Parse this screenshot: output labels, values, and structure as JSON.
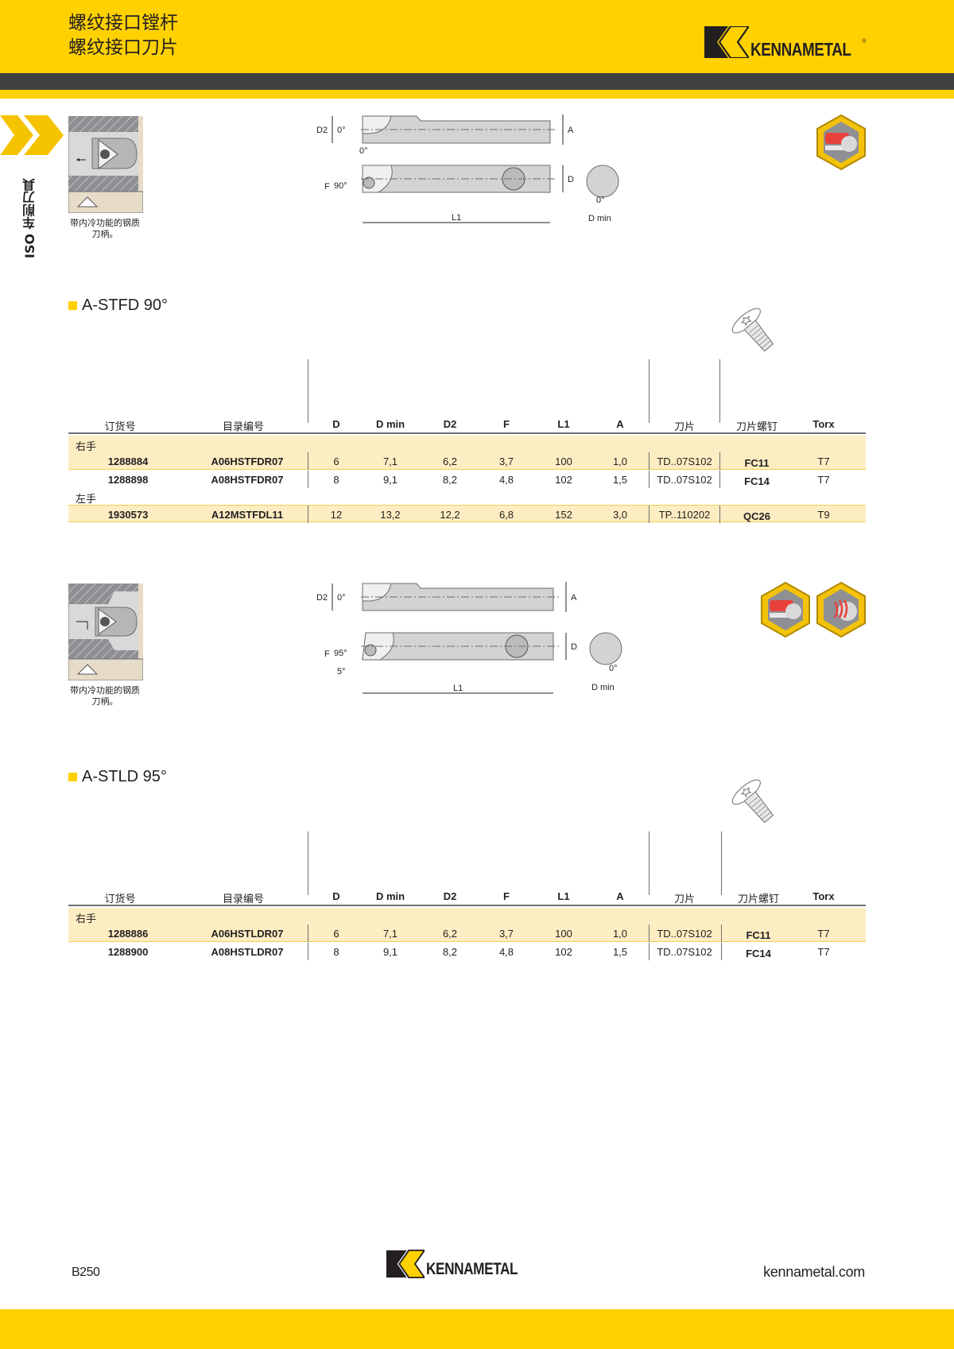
{
  "header": {
    "title_line1": "螺纹接口镗杆",
    "title_line2": "螺纹接口刀片",
    "brand": "KENNAMETAL",
    "brand_mark": "®"
  },
  "colors": {
    "brand_yellow": "#ffd100",
    "header_bar": "#3f3f3f",
    "row_highlight": "#fdedc2",
    "row_line": "#f2cf4f",
    "text": "#231f20"
  },
  "side_tab": {
    "label": "ISO 车削刀具",
    "icon": "chevron-right-icon"
  },
  "sections": [
    {
      "id": "stfd",
      "title": "A-STFD 90°",
      "thumb_caption_line1": "带内冷功能的钢质",
      "thumb_caption_line2": "刀柄。",
      "drawing_labels": {
        "D2": "D2",
        "A": "A",
        "D": "D",
        "F": "F",
        "L1": "L1",
        "D_min": "D min",
        "angle_top": "0°",
        "angle_approach": "90°",
        "angle_rake": "0°",
        "angle_end": "0°"
      },
      "application_icons": [
        "boring-application-icon"
      ],
      "columns": [
        "订货号",
        "目录编号",
        "D",
        "D min",
        "D2",
        "F",
        "L1",
        "A",
        "刀片",
        "刀片螺钉",
        "Torx"
      ],
      "groups": [
        {
          "label": "右手",
          "rows": [
            {
              "order_no": "1288884",
              "catalog_no": "A06HSTFDR07",
              "D": "6",
              "D_min": "7,1",
              "D2": "6,2",
              "F": "3,7",
              "L1": "100",
              "A": "1,0",
              "insert": "TD..07S102",
              "screw": "FC11",
              "torx": "T7"
            },
            {
              "order_no": "1288898",
              "catalog_no": "A08HSTFDR07",
              "D": "8",
              "D_min": "9,1",
              "D2": "8,2",
              "F": "4,8",
              "L1": "102",
              "A": "1,5",
              "insert": "TD..07S102",
              "screw": "FC14",
              "torx": "T7"
            }
          ]
        },
        {
          "label": "左手",
          "rows": [
            {
              "order_no": "1930573",
              "catalog_no": "A12MSTFDL11",
              "D": "12",
              "D_min": "13,2",
              "D2": "12,2",
              "F": "6,8",
              "L1": "152",
              "A": "3,0",
              "insert": "TP..110202",
              "screw": "QC26",
              "torx": "T9"
            }
          ]
        }
      ]
    },
    {
      "id": "stld",
      "title": "A-STLD 95°",
      "thumb_caption_line1": "带内冷功能的钢质",
      "thumb_caption_line2": "刀柄。",
      "drawing_labels": {
        "D2": "D2",
        "A": "A",
        "D": "D",
        "F": "F",
        "L1": "L1",
        "D_min": "D min",
        "angle_top": "0°",
        "angle_approach": "95°",
        "angle_lead": "5°",
        "angle_end": "0°"
      },
      "application_icons": [
        "boring-application-icon",
        "threading-application-icon"
      ],
      "columns": [
        "订货号",
        "目录编号",
        "D",
        "D min",
        "D2",
        "F",
        "L1",
        "A",
        "刀片",
        "刀片螺钉",
        "Torx"
      ],
      "groups": [
        {
          "label": "右手",
          "rows": [
            {
              "order_no": "1288886",
              "catalog_no": "A06HSTLDR07",
              "D": "6",
              "D_min": "7,1",
              "D2": "6,2",
              "F": "3,7",
              "L1": "100",
              "A": "1,0",
              "insert": "TD..07S102",
              "screw": "FC11",
              "torx": "T7"
            },
            {
              "order_no": "1288900",
              "catalog_no": "A08HSTLDR07",
              "D": "8",
              "D_min": "9,1",
              "D2": "8,2",
              "F": "4,8",
              "L1": "102",
              "A": "1,5",
              "insert": "TD..07S102",
              "screw": "FC14",
              "torx": "T7"
            }
          ]
        }
      ]
    }
  ],
  "footer": {
    "page": "B250",
    "url": "kennametal.com",
    "brand": "KENNAMETAL"
  }
}
